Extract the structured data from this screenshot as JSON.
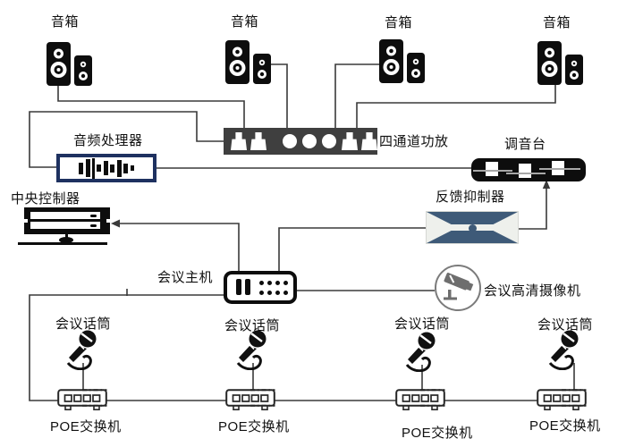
{
  "nodes": {
    "speakers": {
      "labels": [
        "音箱",
        "音箱",
        "音箱",
        "音箱"
      ]
    },
    "amplifier": {
      "label": "四通道功放"
    },
    "audio_processor": {
      "label": "音频处理器"
    },
    "mixer": {
      "label": "调音台"
    },
    "central_controller": {
      "label": "中央控制器"
    },
    "feedback_suppressor": {
      "label": "反馈抑制器"
    },
    "conference_host": {
      "label": "会议主机"
    },
    "camera": {
      "label": "会议高清摄像机"
    },
    "microphones": {
      "labels": [
        "会议话筒",
        "会议话筒",
        "会议话筒",
        "会议话筒"
      ]
    },
    "poe_switches": {
      "labels": [
        "POE交换机",
        "POE交换机",
        "POE交换机",
        "POE交换机"
      ]
    }
  },
  "colors": {
    "line": "#3a3a3a",
    "device_black": "#0d0d0d",
    "amplifier_body": "#3f3f3f",
    "processor_border": "#1e3160",
    "suppressor_accent": "#3e5a78",
    "suppressor_body": "#eef0ec",
    "camera_gray": "#6e6e6e"
  }
}
